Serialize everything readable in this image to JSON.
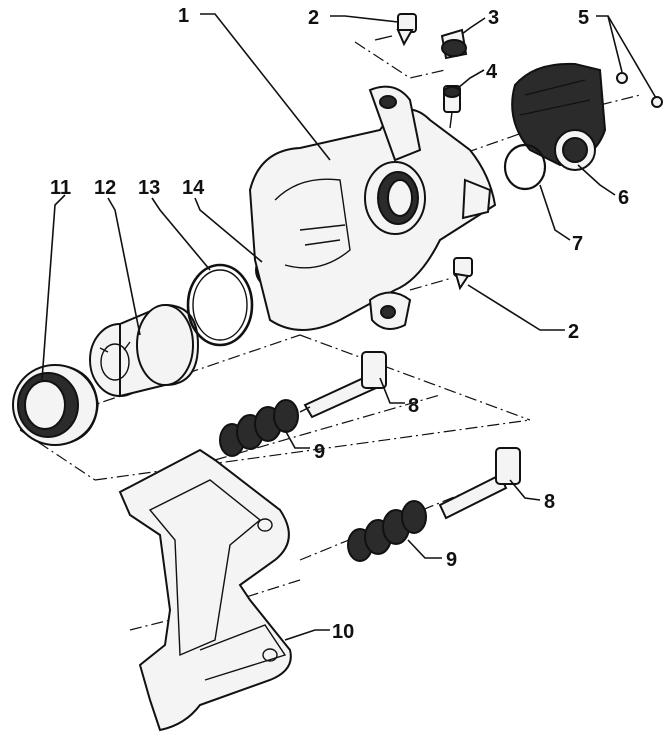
{
  "callouts": {
    "c1": "1",
    "c2a": "2",
    "c2b": "2",
    "c3": "3",
    "c4": "4",
    "c5": "5",
    "c6": "6",
    "c7": "7",
    "c8a": "8",
    "c8b": "8",
    "c9a": "9",
    "c9b": "9",
    "c10": "10",
    "c11": "11",
    "c12": "12",
    "c13": "13",
    "c14": "14"
  }
}
